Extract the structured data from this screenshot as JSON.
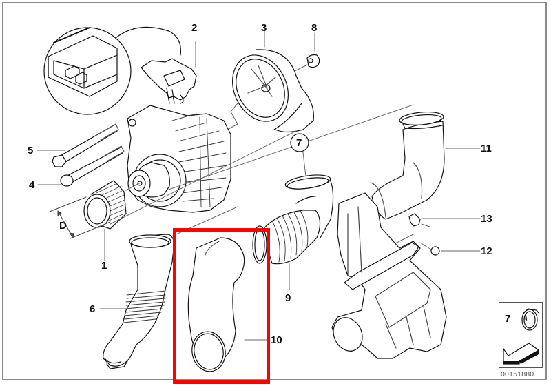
{
  "diagram": {
    "type": "exploded-parts-diagram",
    "subject": "Alternator and air duct assembly",
    "callouts": [
      {
        "id": "1",
        "label": "1",
        "part": "pulley"
      },
      {
        "id": "2",
        "label": "2",
        "part": "voltage-regulator"
      },
      {
        "id": "3",
        "label": "3",
        "part": "fan-cover"
      },
      {
        "id": "4",
        "label": "4",
        "part": "bolt-short"
      },
      {
        "id": "5",
        "label": "5",
        "part": "bolt-long"
      },
      {
        "id": "6",
        "label": "6",
        "part": "air-duct-corrugated"
      },
      {
        "id": "7",
        "label": "7",
        "part": "hose-clamp"
      },
      {
        "id": "8",
        "label": "8",
        "part": "nut"
      },
      {
        "id": "9",
        "label": "9",
        "part": "bellows-hose"
      },
      {
        "id": "10",
        "label": "10",
        "part": "air-duct-elbow"
      },
      {
        "id": "11",
        "label": "11",
        "part": "air-duct-upper"
      },
      {
        "id": "12",
        "label": "12",
        "part": "screw-nut"
      },
      {
        "id": "13",
        "label": "13",
        "part": "expanding-rivet"
      }
    ],
    "dimension_label": "D",
    "highlighted_part": "10",
    "highlight_color": "#ff0000",
    "legend": {
      "number": "7",
      "icon": "hose-clamp-icon",
      "arrow_icon": "arrow-down-left-icon"
    },
    "catalog_number": "00151880"
  }
}
